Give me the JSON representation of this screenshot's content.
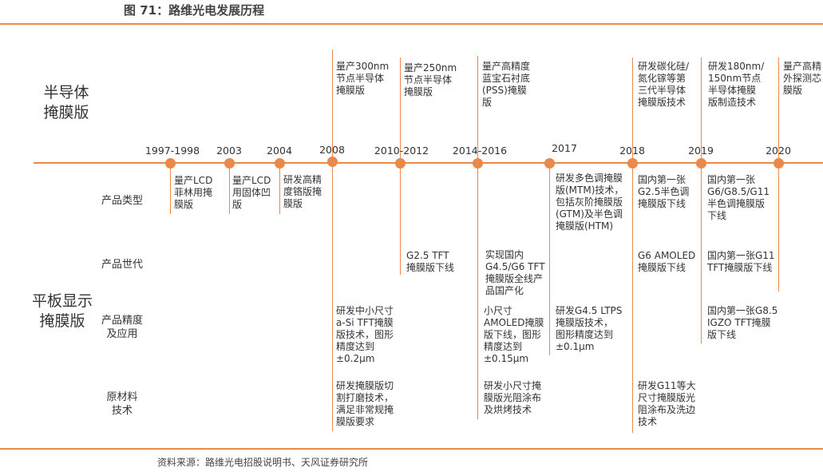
{
  "figure": {
    "title": "图 71：路维光电发展历程",
    "source": "资料来源：路维光电招股说明书、天风证券研究所"
  },
  "sections": {
    "semiconductor": "半导体\n掩膜版",
    "flat_panel": "平板显示\n掩膜版"
  },
  "rows": {
    "product_type": "产品类型",
    "product_generation": "产品世代",
    "precision_application": "产品精度\n及应用",
    "materials": "原材料\n技术"
  },
  "timeline": [
    {
      "year": "1997-1998",
      "flat_product_type": "量产LCD\n菲林用掩\n膜版"
    },
    {
      "year": "2003",
      "flat_product_type": "量产LCD\n用固体凹\n版"
    },
    {
      "year": "2004",
      "flat_product_type": "研发高精\n度铬版掩\n膜版"
    },
    {
      "year": "2008",
      "semi": "量产300nm\n节点半导体\n掩膜版",
      "flat_precision": "研发中小尺寸\na-Si TFT掩膜\n版技术，图形\n精度达到\n±0.2μm",
      "flat_materials": "研发掩膜版切\n割打磨技术，\n满足非常规掩\n膜版要求"
    },
    {
      "year": "2010-2012",
      "semi": "量产250nm\n节点半导体\n掩膜版",
      "flat_generation": "G2.5 TFT\n掩膜版下线"
    },
    {
      "year": "2014-2016",
      "semi": "量产高精度\n蓝宝石衬底\n(PSS)掩膜\n版",
      "flat_generation": "实现国内\nG4.5/G6 TFT\n掩膜版全线产\n品国产化",
      "flat_precision": "小尺寸\nAMOLED掩膜\n版下线，图形\n精度达到\n±0.15μm",
      "flat_materials": "研发小尺寸掩\n膜版光阻涂布\n及烘烤技术"
    },
    {
      "year": "2017",
      "flat_product_type": "研发多色调掩膜\n版(MTM)技术，\n包括灰阶掩膜版\n(GTM)及半色调\n掩膜版(HTM)",
      "flat_precision": "研发G4.5 LTPS\n掩膜版技术，\n图形精度达到\n±0.1μm"
    },
    {
      "year": "2018",
      "semi": "研发碳化硅/\n氮化镓等第\n三代半导体\n掩膜版技术",
      "flat_product_type": "国内第一张\nG2.5半色调\n掩膜版下线",
      "flat_generation": "G6 AMOLED\n掩膜版下线",
      "flat_materials": "研发G11等大\n尺寸掩膜版光\n阻涂布及洗边\n技术"
    },
    {
      "year": "2019",
      "semi": "研发180nm/\n150nm节点\n半导体掩膜\n版制造技术",
      "flat_product_type": "国内第一张\nG6/G8.5/G11\n半色调掩膜版\n下线",
      "flat_generation": "国内第一张G11\nTFT掩膜版下线",
      "flat_precision": "国内第一张G8.5\nIGZO TFT掩膜\n版下线"
    },
    {
      "year": "2020",
      "semi": "量产高精\n外探测芯\n膜版"
    }
  ],
  "colors": {
    "accent": "#e9894a",
    "text": "#333333"
  }
}
